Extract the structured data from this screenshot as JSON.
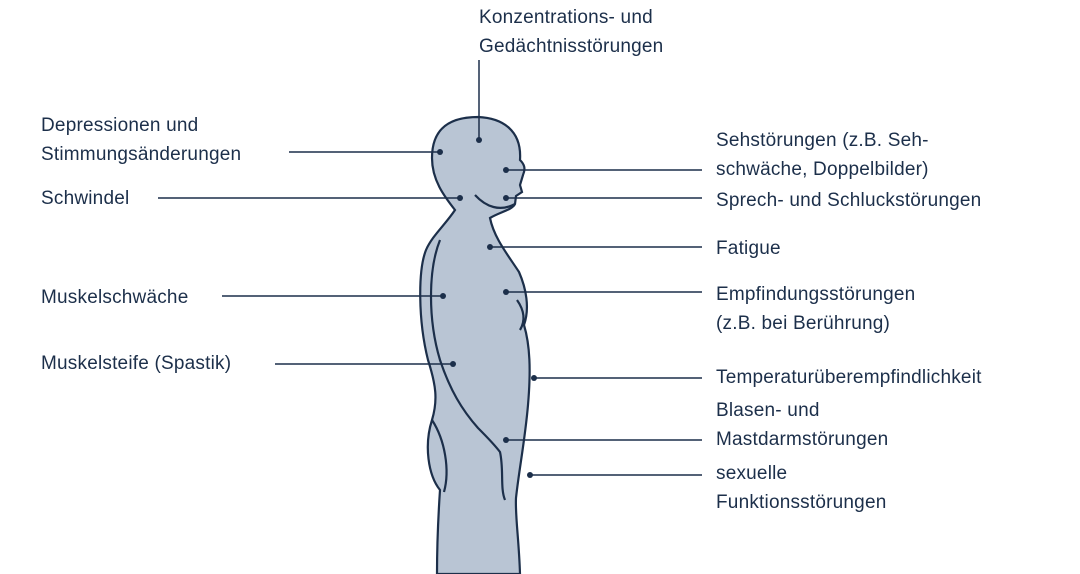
{
  "colors": {
    "body_fill": "#b9c5d4",
    "outline": "#1c2f4a",
    "text": "#1c2f4a",
    "background": "#ffffff"
  },
  "labels": {
    "concentration": [
      "Konzentrations- und",
      "Gedächtnisstörungen"
    ],
    "depression": [
      "Depressionen und",
      "Stimmungsänderungen"
    ],
    "dizziness": [
      "Schwindel"
    ],
    "muscle_weakness": [
      "Muskelschwäche"
    ],
    "spasticity": [
      "Muskelsteife (Spastik)"
    ],
    "vision": [
      "Sehstörungen (z.B. Seh-",
      "schwäche, Doppelbilder)"
    ],
    "speech": [
      "Sprech- und Schluckstörungen"
    ],
    "fatigue": [
      "Fatigue"
    ],
    "sensory": [
      "Empfindungsstörungen",
      "(z.B. bei Berührung)"
    ],
    "temperature": [
      "Temperaturüberempfindlichkeit"
    ],
    "bladder": [
      "Blasen- und",
      "Mastdarmstörungen"
    ],
    "sexual": [
      "sexuelle",
      "Funktionsstörungen"
    ]
  }
}
